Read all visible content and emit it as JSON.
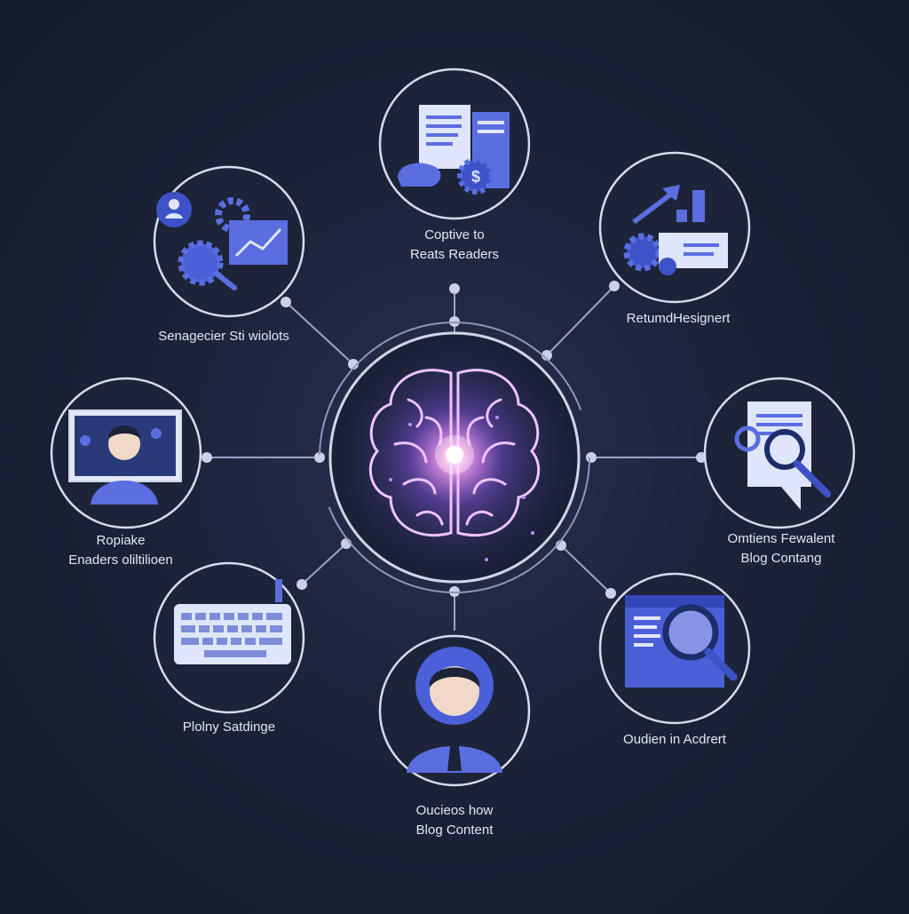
{
  "colors": {
    "background": "#1c2238",
    "ring": "#cfd6ea",
    "connector": "#9aa6c8",
    "icon_primary": "#5b6ee0",
    "icon_light": "#dfe6fb",
    "brain_glow": "#d98cff"
  },
  "hub": {
    "icon": "brain-icon"
  },
  "nodes": [
    {
      "id": "top",
      "lines": [
        "Coptive to",
        "Reats Readers"
      ],
      "icons": [
        "document-icon",
        "gear-icon",
        "dollar-icon"
      ]
    },
    {
      "id": "upper-left",
      "lines": [
        "Senagecier Sti wiolots"
      ],
      "icons": [
        "user-icon",
        "gear-icon",
        "chart-icon",
        "magnifier-icon"
      ]
    },
    {
      "id": "upper-right",
      "lines": [
        "RetumdHesignert"
      ],
      "icons": [
        "growth-chart-icon",
        "gear-icon",
        "document-icon"
      ]
    },
    {
      "id": "left",
      "lines": [
        "Ropiake",
        "Enaders oliltilioen"
      ],
      "icons": [
        "monitor-icon",
        "user-icon",
        "location-pin-icon"
      ]
    },
    {
      "id": "right",
      "lines": [
        "Omtiens Fewalent",
        "Blog Contang"
      ],
      "icons": [
        "document-icon",
        "magnifier-icon"
      ]
    },
    {
      "id": "lower-left",
      "lines": [
        "Plolny Satdinge"
      ],
      "icons": [
        "keyboard-icon"
      ]
    },
    {
      "id": "bottom",
      "lines": [
        "Oucieos how",
        "Blog Content"
      ],
      "icons": [
        "person-icon"
      ]
    },
    {
      "id": "lower-right",
      "lines": [
        "Oudien in Acdrert"
      ],
      "icons": [
        "browser-window-icon",
        "magnifier-icon"
      ]
    }
  ]
}
